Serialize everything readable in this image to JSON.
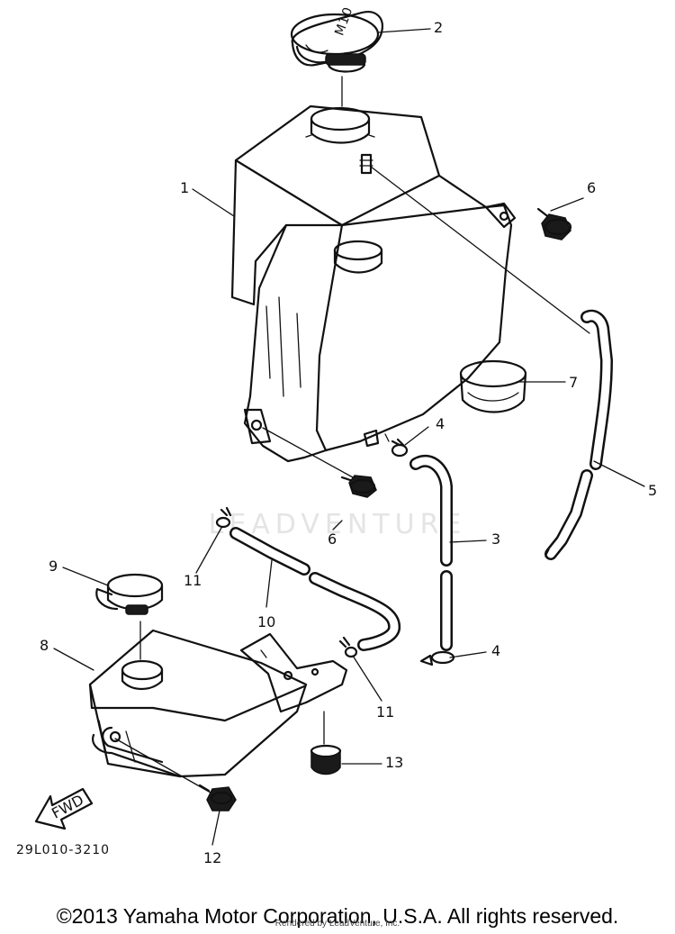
{
  "watermark": "LEADVENTURE",
  "diagram_code": "29L010-3210",
  "fwd_label": "FWD",
  "cap_marking": "M10",
  "callouts": {
    "c1": "1",
    "c2": "2",
    "c3": "3",
    "c4a": "4",
    "c4b": "4",
    "c5": "5",
    "c6a": "6",
    "c6b": "6",
    "c7": "7",
    "c8": "8",
    "c9": "9",
    "c10": "10",
    "c11a": "11",
    "c11b": "11",
    "c12": "12",
    "c13": "13"
  },
  "copyright": "©2013 Yamaha Motor Corporation, U.S.A. All rights reserved.",
  "rendered_by": "Rendered by LeadVenture, Inc."
}
